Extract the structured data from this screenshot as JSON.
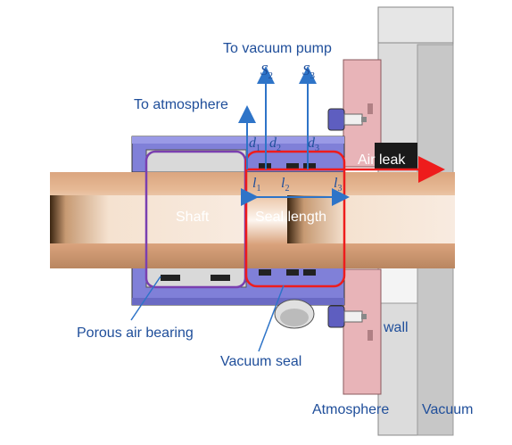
{
  "labels": {
    "to_vacuum_pump": "To vacuum pump",
    "to_atmosphere": "To atmosphere",
    "s2": "S",
    "s2_sub": "2",
    "s3": "S",
    "s3_sub": "3",
    "d1": "d",
    "d1_sub": "1",
    "d2": "d",
    "d2_sub": "2",
    "d3": "d",
    "d3_sub": "3",
    "l1": "l",
    "l1_sub": "1",
    "l2": "l",
    "l2_sub": "2",
    "l3": "l",
    "l3_sub": "3",
    "air_leak": "Air leak",
    "shaft": "Shaft",
    "seal_length": "Seal length",
    "wall": "wall",
    "porous_air_bearing": "Porous air bearing",
    "vacuum_seal": "Vacuum seal",
    "atmosphere": "Atmosphere",
    "vacuum": "Vacuum"
  },
  "colors": {
    "shaft": "#dba57f",
    "housing": "#8080d8",
    "flange": "#e8b4b8",
    "wall": "#d8d8d8",
    "bearing_outline": "#7a3fb0",
    "seal_outline": "#ee1c1c",
    "label_blue": "#1f4e9a",
    "arrow_blue": "#2e74c8"
  }
}
